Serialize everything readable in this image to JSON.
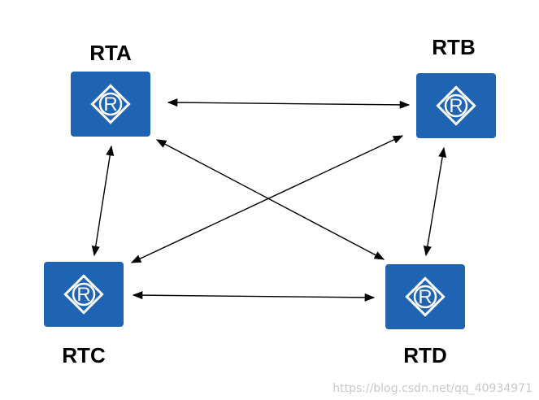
{
  "colors": {
    "router_fill": "#1f63b3",
    "router_symbol": "#ffffff",
    "link": "#000000"
  },
  "routers": [
    {
      "id": "rta",
      "label": "RTA",
      "icon": "router-icon"
    },
    {
      "id": "rtb",
      "label": "RTB",
      "icon": "router-icon"
    },
    {
      "id": "rtc",
      "label": "RTC",
      "icon": "router-icon"
    },
    {
      "id": "rtd",
      "label": "RTD",
      "icon": "router-icon"
    }
  ],
  "router_symbol": "R",
  "links": [
    {
      "from": "RTA",
      "to": "RTB",
      "direction": "bidirectional"
    },
    {
      "from": "RTA",
      "to": "RTC",
      "direction": "bidirectional"
    },
    {
      "from": "RTA",
      "to": "RTD",
      "direction": "bidirectional"
    },
    {
      "from": "RTB",
      "to": "RTC",
      "direction": "bidirectional"
    },
    {
      "from": "RTB",
      "to": "RTD",
      "direction": "bidirectional"
    },
    {
      "from": "RTC",
      "to": "RTD",
      "direction": "bidirectional"
    }
  ],
  "watermark": "https://blog.csdn.net/qq_40934971"
}
